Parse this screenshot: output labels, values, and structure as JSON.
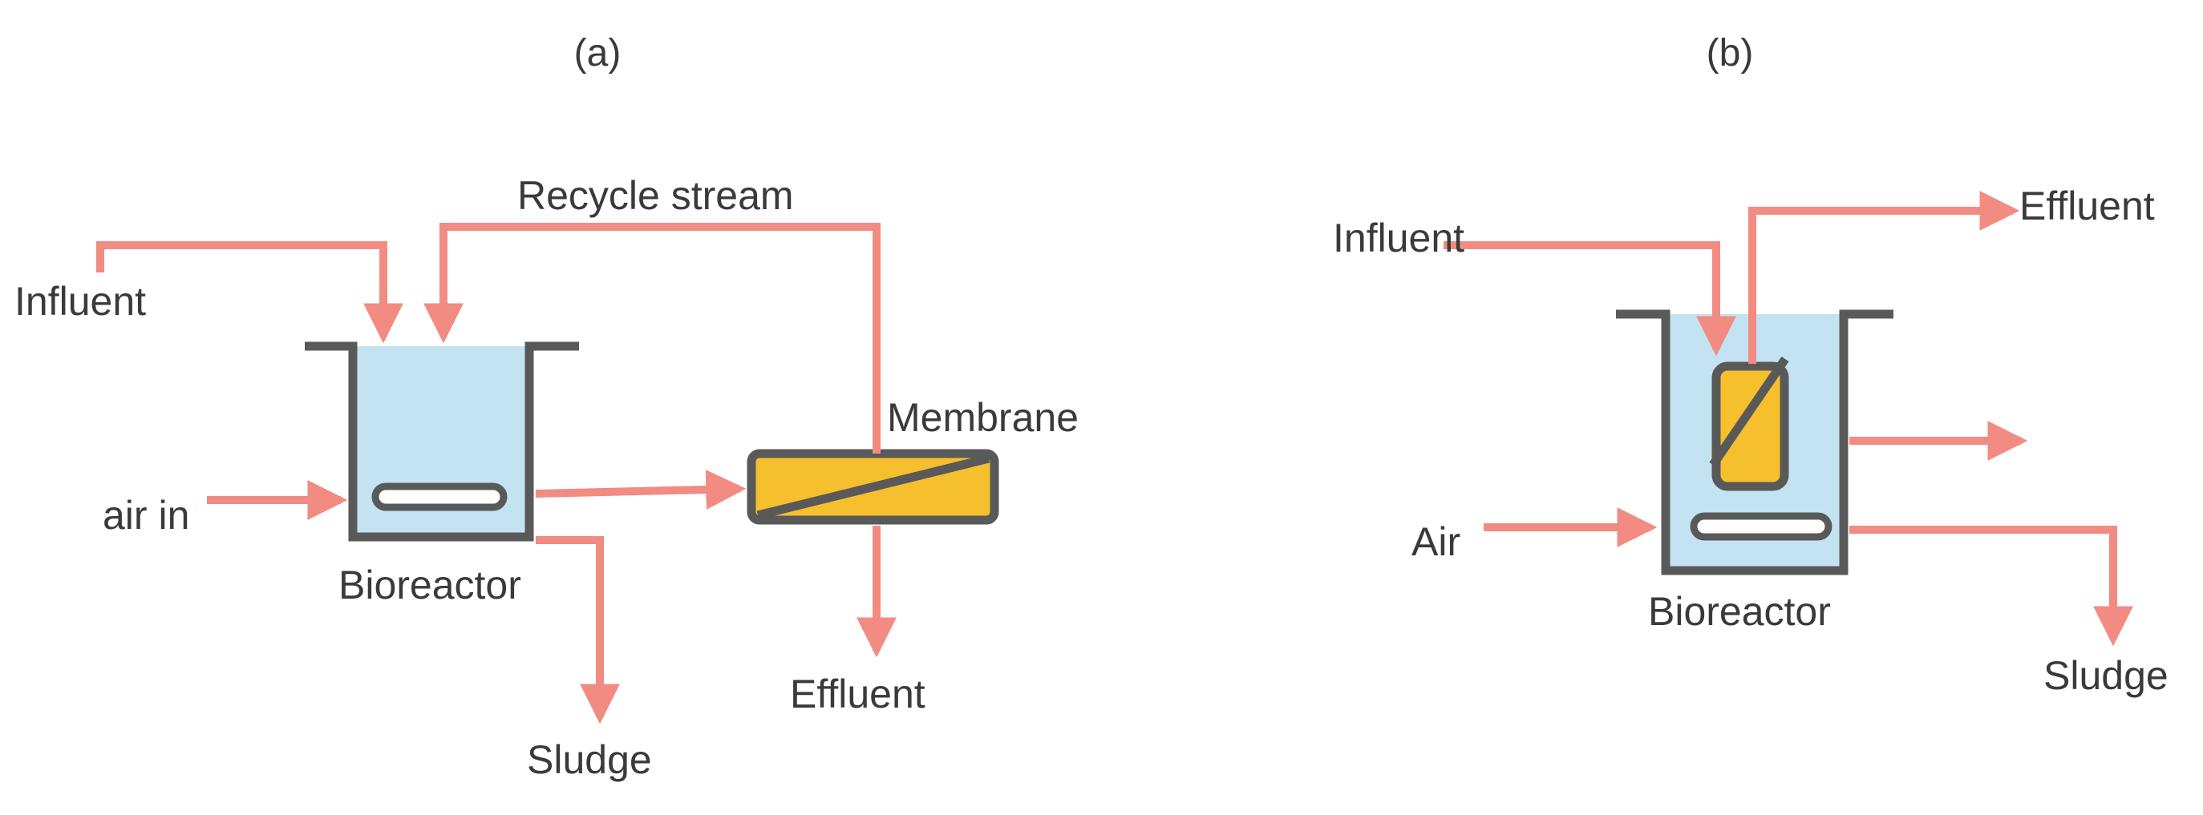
{
  "colors": {
    "flow": "#f28b82",
    "wall": "#595959",
    "water": "#c3e3f3",
    "membrane": "#f5bf2e",
    "text": "#3a3a3a"
  },
  "panel_a": {
    "panel_label": "(a)",
    "recycle_stream": "Recycle stream",
    "influent": "Influent",
    "air_in": "air in",
    "bioreactor": "Bioreactor",
    "membrane": "Membrane",
    "effluent": "Effluent",
    "sludge": "Sludge"
  },
  "panel_b": {
    "panel_label": "(b)",
    "influent": "Influent",
    "effluent": "Effluent",
    "air": "Air",
    "bioreactor": "Bioreactor",
    "sludge": "Sludge"
  }
}
